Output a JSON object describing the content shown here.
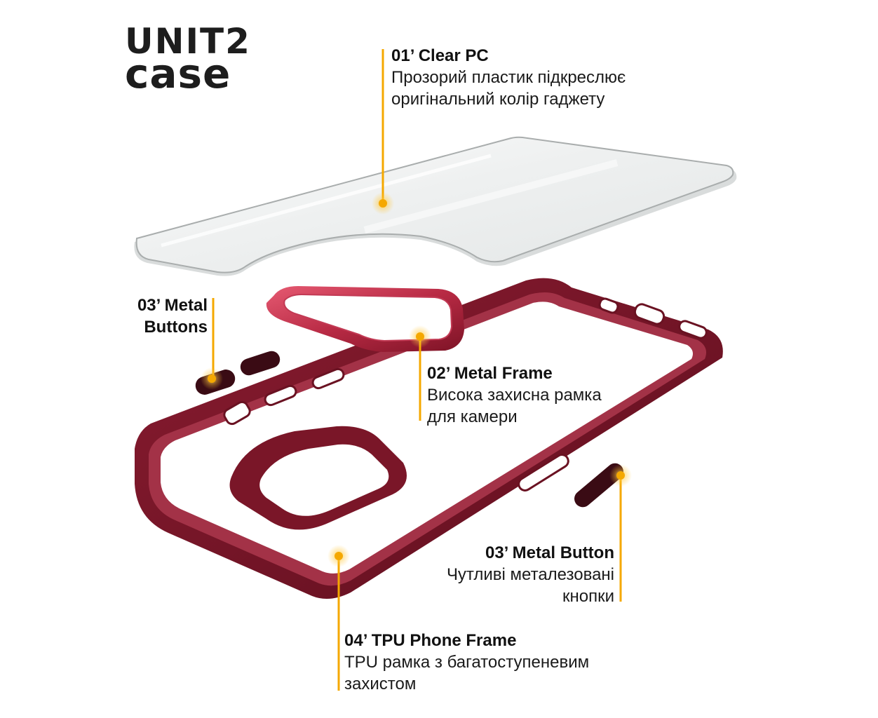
{
  "brand": {
    "line1": "UNIT2",
    "line2": "case"
  },
  "callouts": {
    "clear_pc": {
      "title": "01’ Clear PC",
      "desc1": "Прозорий пластик підкреслює",
      "desc2": "оригінальний колір гаджету"
    },
    "metal_buttons": {
      "title1": "03’ Metal",
      "title2": "Buttons"
    },
    "metal_frame": {
      "title": "02’ Metal Frame",
      "desc1": "Висока захисна рамка",
      "desc2": "для камери"
    },
    "metal_button": {
      "title": "03’ Metal Button",
      "desc1": "Чутливі металезовані",
      "desc2": "кнопки"
    },
    "tpu_frame": {
      "title": "04’ TPU Phone Frame",
      "desc1": "TPU рамка з багатоступеневим",
      "desc2": "захистом"
    }
  },
  "colors": {
    "accent": "#f5a800",
    "case": "#7a1628",
    "case_light": "#a42a40",
    "case_dark": "#4f0a18",
    "text": "#111111"
  },
  "icons": [
    "hotspot-icon"
  ]
}
